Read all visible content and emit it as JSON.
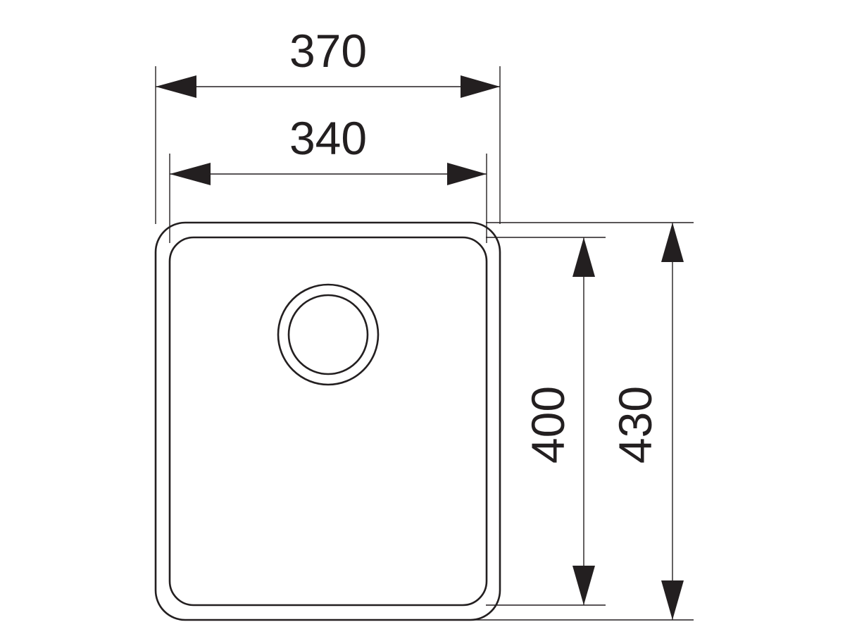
{
  "dimensions": {
    "outer_width": "370",
    "inner_width": "340",
    "inner_depth": "400",
    "outer_depth": "430"
  }
}
